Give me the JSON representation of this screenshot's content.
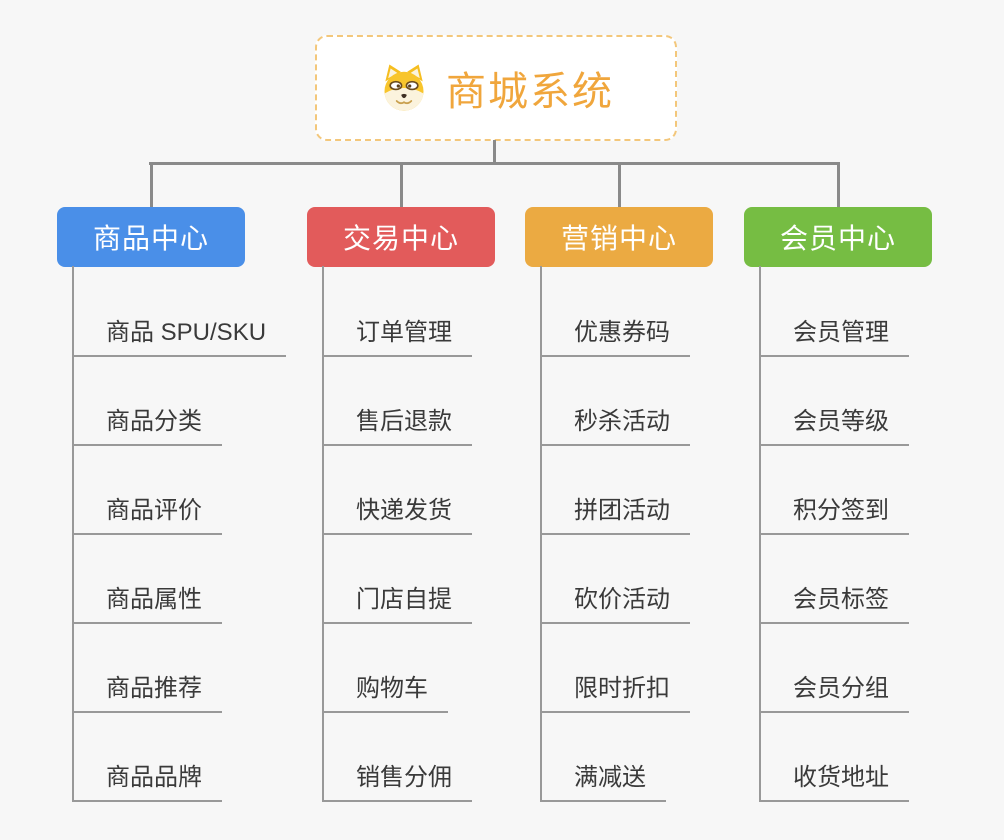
{
  "root": {
    "title": "商城系统",
    "icon": "shiba-dog-icon"
  },
  "colors": {
    "background": "#F7F7F7",
    "connector": "#8A8A8A",
    "leaf_line": "#999999",
    "root_text": "#F0A63C",
    "root_border": "#F3C77B",
    "leaf_text": "#3A3A3A"
  },
  "branches": [
    {
      "label": "商品中心",
      "color": "#4A8FE8",
      "items": [
        "商品 SPU/SKU",
        "商品分类",
        "商品评价",
        "商品属性",
        "商品推荐",
        "商品品牌"
      ]
    },
    {
      "label": "交易中心",
      "color": "#E25B5B",
      "items": [
        "订单管理",
        "售后退款",
        "快递发货",
        "门店自提",
        "购物车",
        "销售分佣"
      ]
    },
    {
      "label": "营销中心",
      "color": "#EBAA42",
      "items": [
        "优惠券码",
        "秒杀活动",
        "拼团活动",
        "砍价活动",
        "限时折扣",
        "满减送"
      ]
    },
    {
      "label": "会员中心",
      "color": "#76BD43",
      "items": [
        "会员管理",
        "会员等级",
        "积分签到",
        "会员标签",
        "会员分组",
        "收货地址"
      ]
    }
  ]
}
